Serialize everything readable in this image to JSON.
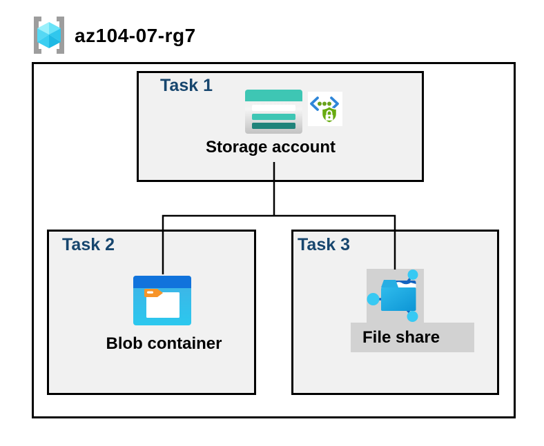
{
  "header": {
    "resource_group_name": "az104-07-rg7"
  },
  "diagram": {
    "tasks": [
      {
        "label": "Task 1",
        "item": "Storage account",
        "icons": [
          "storage-account-icon",
          "secure-endpoint-icon"
        ]
      },
      {
        "label": "Task 2",
        "item": "Blob container",
        "icons": [
          "blob-container-icon"
        ]
      },
      {
        "label": "Task 3",
        "item": "File share",
        "icons": [
          "file-share-icon"
        ]
      }
    ],
    "connections": [
      {
        "from": "Storage account",
        "to": "Blob container"
      },
      {
        "from": "Storage account",
        "to": "File share"
      }
    ]
  },
  "colors": {
    "task_label": "#17466e",
    "task_box_fill": "#f1f1f1",
    "box_border": "#000000",
    "connector": "#000000",
    "storage_teal": "#3ec6b4",
    "storage_teal_dark": "#20837a",
    "blob_header_blue": "#1173dc",
    "blob_body_cyan": "#2bc8ee",
    "blob_tab_orange": "#f79428",
    "shield_green": "#67ab10",
    "bracket_blue": "#2f86d8",
    "fileshare_bg_gray": "#d2d2d2",
    "fileshare_node_cyan": "#38c9f3",
    "fileshare_stem_blue": "#1464c0",
    "rg_bracket_gray": "#9d9d9d",
    "rg_cube_cyan": "#55d8f4"
  }
}
